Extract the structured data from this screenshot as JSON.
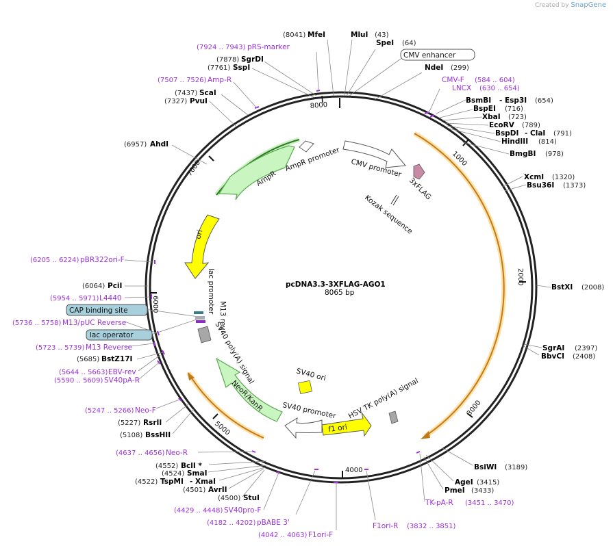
{
  "watermark": {
    "prefix": "Created by",
    "brand": "SnapGene"
  },
  "plasmid": {
    "name": "pcDNA3.3-3XFLAG-AGO1",
    "size": "8065 bp"
  },
  "ticks": [
    "1000",
    "2000",
    "3000",
    "4000",
    "5000",
    "6000",
    "7000",
    "8000"
  ],
  "enzymes": [
    {
      "name": "MfeI",
      "pos": "(8041)"
    },
    {
      "name": "MluI",
      "pos": "(43)"
    },
    {
      "name": "SpeI",
      "pos": "(64)"
    },
    {
      "name": "NdeI",
      "pos": "(299)"
    },
    {
      "name": "BsmBI",
      "pos": "(654)",
      "extra": "- Esp3I"
    },
    {
      "name": "BspEI",
      "pos": "(716)"
    },
    {
      "name": "XbaI",
      "pos": "(723)"
    },
    {
      "name": "EcoRV",
      "pos": "(789)"
    },
    {
      "name": "BspDI",
      "pos": "(791)",
      "extra": "- ClaI"
    },
    {
      "name": "HindIII",
      "pos": "(814)"
    },
    {
      "name": "BmgBI",
      "pos": "(978)"
    },
    {
      "name": "XcmI",
      "pos": "(1320)"
    },
    {
      "name": "Bsu36I",
      "pos": "(1373)"
    },
    {
      "name": "BstXI",
      "pos": "(2008)"
    },
    {
      "name": "SgrAI",
      "pos": "(2397)"
    },
    {
      "name": "BbvCI",
      "pos": "(2408)"
    },
    {
      "name": "BsiWI",
      "pos": "(3189)"
    },
    {
      "name": "AgeI",
      "pos": "(3415)"
    },
    {
      "name": "PmeI",
      "pos": "(3433)"
    },
    {
      "name": "StuI",
      "pos": "(4500)"
    },
    {
      "name": "AvrII",
      "pos": "(4501)"
    },
    {
      "name": "TspMI",
      "pos": "(4522)",
      "extra": "- XmaI"
    },
    {
      "name": "SmaI",
      "pos": "(4524)"
    },
    {
      "name": "BclI *",
      "pos": "(4552)"
    },
    {
      "name": "BssHII",
      "pos": "(5108)"
    },
    {
      "name": "RsrII",
      "pos": "(5227)"
    },
    {
      "name": "BstZ17I",
      "pos": "(5685)"
    },
    {
      "name": "PciI",
      "pos": "(6064)"
    },
    {
      "name": "AhdI",
      "pos": "(6957)"
    },
    {
      "name": "PvuI",
      "pos": "(7327)"
    },
    {
      "name": "ScaI",
      "pos": "(7437)"
    },
    {
      "name": "SspI",
      "pos": "(7761)"
    },
    {
      "name": "SgrDI",
      "pos": "(7878)"
    }
  ],
  "primers": [
    {
      "name": "pRS-marker",
      "pos": "(7924 .. 7943)"
    },
    {
      "name": "Amp-R",
      "pos": "(7507 .. 7526)"
    },
    {
      "name": "CMV-F",
      "pos": "(584 .. 604)"
    },
    {
      "name": "LNCX",
      "pos": "(630 .. 654)"
    },
    {
      "name": "pBR322ori-F",
      "pos": "(6205 .. 6224)"
    },
    {
      "name": "L4440",
      "pos": "(5954 .. 5971)"
    },
    {
      "name": "M13/pUC Reverse",
      "pos": "(5736 .. 5758)"
    },
    {
      "name": "M13 Reverse",
      "pos": "(5723 .. 5739)"
    },
    {
      "name": "EBV-rev",
      "pos": "(5644 .. 5663)"
    },
    {
      "name": "SV40pA-R",
      "pos": "(5590 .. 5609)"
    },
    {
      "name": "Neo-F",
      "pos": "(5247 .. 5266)"
    },
    {
      "name": "Neo-R",
      "pos": "(4637 .. 4656)"
    },
    {
      "name": "SV40pro-F",
      "pos": "(4429 .. 4448)"
    },
    {
      "name": "pBABE 3'",
      "pos": "(4182 .. 4202)"
    },
    {
      "name": "F1ori-F",
      "pos": "(4042 .. 4063)"
    },
    {
      "name": "F1ori-R",
      "pos": "(3832 .. 3851)"
    },
    {
      "name": "TK-pA-R",
      "pos": "(3451 .. 3470)"
    }
  ],
  "boxed": [
    {
      "name": "CMV enhancer"
    },
    {
      "name": "CAP binding site"
    },
    {
      "name": "lac operator"
    }
  ],
  "features": {
    "ampr_promoter": "AmpR promoter",
    "ampr": "AmpR",
    "cmv_promoter": "CMV promoter",
    "flag": "3xFLAG",
    "kozak": "Kozak sequence",
    "ori": "ori",
    "lac_promoter": "lac promoter",
    "m13_rev": "M13 rev",
    "sv40_pa": "SV40 poly(A) signal",
    "sv40_ori": "SV40 ori",
    "neokan": "NeoR/KanR",
    "sv40_promoter": "SV40 promoter",
    "hsv_tk": "HSV TK poly(A) signal",
    "f1ori": "f1 ori"
  },
  "colors": {
    "backbone": "#222222",
    "primer": "#9b30d9",
    "cds_fill": "#c9f5c0",
    "cds_stroke": "#5aa84f",
    "ori_fill": "#ffff00",
    "promoter_fill": "#ffffff",
    "orf_arc": "#c07a1c",
    "orf_glow": "#ffe1a6",
    "boxed_fill": "#a8d0dc",
    "flag_fill": "#c98aa6"
  }
}
